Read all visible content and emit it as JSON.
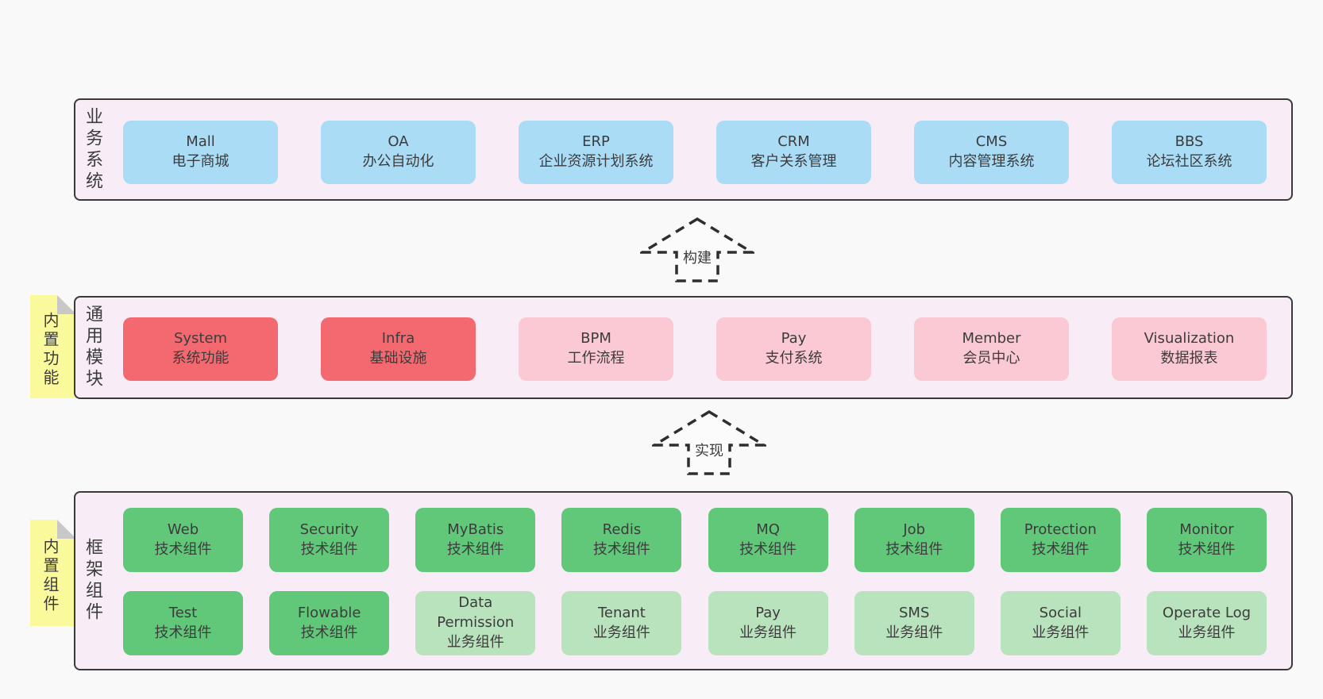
{
  "colors": {
    "page_bg": "#f9f9f9",
    "panel_bg": "#f8edf6",
    "panel_border": "#3a3a3a",
    "blue": "#abdcf6",
    "red": "#f4696f",
    "pink": "#fbc9d3",
    "green_dark": "#61c87a",
    "green_light": "#b8e3bd",
    "note_yellow": "#fafa9d",
    "note_fold": "#c8c8c8",
    "text": "#3c3c3c",
    "arrow_line": "#2e2e2e",
    "arrow_fill": "#fbfbfb"
  },
  "notes": [
    {
      "text": "内置功能"
    },
    {
      "text": "内置组件"
    }
  ],
  "arrows": [
    {
      "label": "构建"
    },
    {
      "label": "实现"
    }
  ],
  "sections": {
    "business": {
      "label": "业务系统",
      "boxes": [
        {
          "title": "Mall",
          "subtitle": "电子商城"
        },
        {
          "title": "OA",
          "subtitle": "办公自动化"
        },
        {
          "title": "ERP",
          "subtitle": "企业资源计划系统"
        },
        {
          "title": "CRM",
          "subtitle": "客户关系管理"
        },
        {
          "title": "CMS",
          "subtitle": "内容管理系统"
        },
        {
          "title": "BBS",
          "subtitle": "论坛社区系统"
        }
      ]
    },
    "modules": {
      "label": "通用模块",
      "boxes": [
        {
          "title": "System",
          "subtitle": "系统功能",
          "variant": "red"
        },
        {
          "title": "Infra",
          "subtitle": "基础设施",
          "variant": "red"
        },
        {
          "title": "BPM",
          "subtitle": "工作流程",
          "variant": "pink"
        },
        {
          "title": "Pay",
          "subtitle": "支付系统",
          "variant": "pink"
        },
        {
          "title": "Member",
          "subtitle": "会员中心",
          "variant": "pink"
        },
        {
          "title": "Visualization",
          "subtitle": "数据报表",
          "variant": "pink"
        }
      ]
    },
    "components": {
      "label": "框架组件",
      "row1": [
        {
          "title": "Web",
          "subtitle": "技术组件",
          "variant": "green-dark"
        },
        {
          "title": "Security",
          "subtitle": "技术组件",
          "variant": "green-dark"
        },
        {
          "title": "MyBatis",
          "subtitle": "技术组件",
          "variant": "green-dark"
        },
        {
          "title": "Redis",
          "subtitle": "技术组件",
          "variant": "green-dark"
        },
        {
          "title": "MQ",
          "subtitle": "技术组件",
          "variant": "green-dark"
        },
        {
          "title": "Job",
          "subtitle": "技术组件",
          "variant": "green-dark"
        },
        {
          "title": "Protection",
          "subtitle": "技术组件",
          "variant": "green-dark"
        },
        {
          "title": "Monitor",
          "subtitle": "技术组件",
          "variant": "green-dark"
        }
      ],
      "row2": [
        {
          "title": "Test",
          "subtitle": "技术组件",
          "variant": "green-dark"
        },
        {
          "title": "Flowable",
          "subtitle": "技术组件",
          "variant": "green-dark"
        },
        {
          "title": "Data Permission",
          "subtitle": "业务组件",
          "variant": "green-light"
        },
        {
          "title": "Tenant",
          "subtitle": "业务组件",
          "variant": "green-light"
        },
        {
          "title": "Pay",
          "subtitle": "业务组件",
          "variant": "green-light"
        },
        {
          "title": "SMS",
          "subtitle": "业务组件",
          "variant": "green-light"
        },
        {
          "title": "Social",
          "subtitle": "业务组件",
          "variant": "green-light"
        },
        {
          "title": "Operate Log",
          "subtitle": "业务组件",
          "variant": "green-light"
        }
      ]
    }
  }
}
